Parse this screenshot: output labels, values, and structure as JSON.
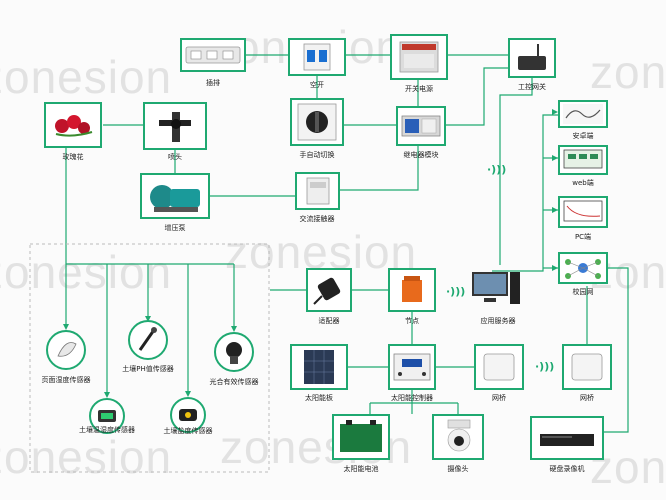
{
  "watermark": "zonesion",
  "colors": {
    "accent": "#1fa971",
    "dashed": "#bbbbbb",
    "bg": "#fbfbfb"
  },
  "nodes": {
    "socket": "插排",
    "breaker": "空开",
    "psu": "开关电源",
    "gateway": "工控网关",
    "rose": "玫瑰花",
    "sprinkler": "喷头",
    "selector": "手自动切换",
    "relay": "继电器模块",
    "pump": "增压泵",
    "contactor": "交流接触器",
    "adapter": "适配器",
    "node": "节点",
    "server": "应用服务器",
    "android": "安卓端",
    "web": "web端",
    "pc": "PC端",
    "campus": "校园网",
    "leaf_sensor": "页面湿度传感器",
    "ph_sensor": "土壤PH值传感器",
    "light_sensor": "光合有效传感器",
    "soil_temp_sensor": "土壤温湿度传感器",
    "soil_salt_sensor": "土壤盐度传感器",
    "solar_panel": "太阳能板",
    "solar_ctrl": "太阳能控制器",
    "bridge1": "网桥",
    "bridge2": "网桥",
    "battery": "太阳能电池",
    "camera": "摄像头",
    "nvr": "硬盘录像机"
  },
  "icons": {
    "wireless": "wifi-signal-icon"
  }
}
